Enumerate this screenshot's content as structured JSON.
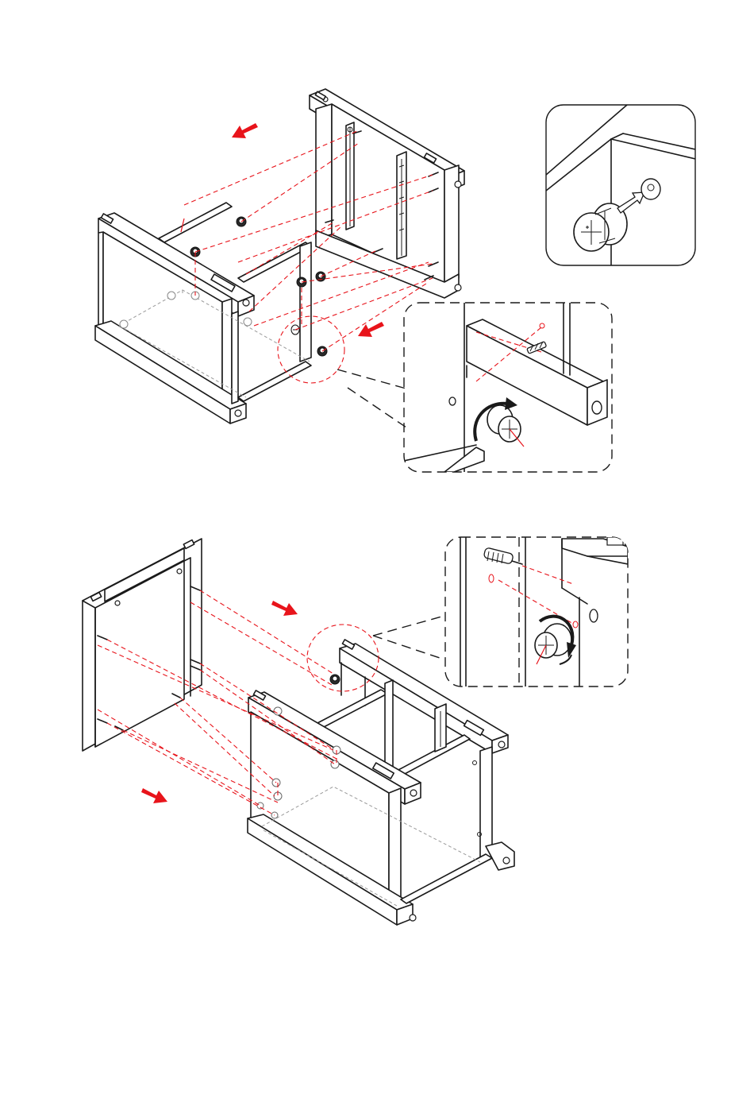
{
  "document": {
    "type": "assembly-instructions",
    "steps": [
      {
        "id": "step-a",
        "description_visible": "",
        "arrows": 2,
        "details": [
          "cam-lock-insert-detail",
          "cam-lock-tighten-detail"
        ]
      },
      {
        "id": "step-b",
        "description_visible": "",
        "arrows": 2,
        "details": [
          "cam-lock-tighten-detail"
        ]
      }
    ]
  },
  "colors": {
    "line": "#1a1a1a",
    "alignment": "#e8141b",
    "arrow": "#e8141b",
    "background": "#ffffff"
  },
  "icons": [
    "push-arrow-icon",
    "rotation-arrow-icon",
    "cam-lock-icon",
    "cam-bolt-icon",
    "dowel-icon",
    "screw-icon"
  ]
}
